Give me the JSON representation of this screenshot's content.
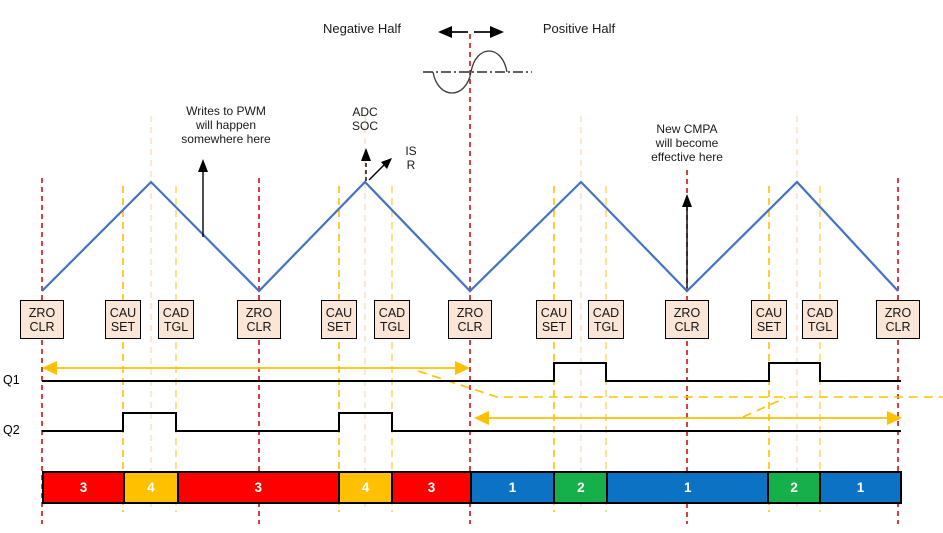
{
  "header": {
    "negative_half": "Negative Half",
    "positive_half": "Positive Half"
  },
  "annotations": {
    "writes_to_pwm": "Writes to PWM\nwill happen\nsomewhere here",
    "adc_soc": "ADC\nSOC",
    "isr": "IS\nR",
    "new_cmpa": "New CMPA\nwill become\neffective here"
  },
  "signals": {
    "q1": "Q1",
    "q2": "Q2"
  },
  "events": {
    "boxes": [
      "ZRO\nCLR",
      "CAU\nSET",
      "CAD\nTGL",
      "ZRO\nCLR",
      "CAU\nSET",
      "CAD\nTGL",
      "ZRO\nCLR",
      "CAU\nSET",
      "CAD\nTGL",
      "ZRO\nCLR",
      "CAU\nSET",
      "CAD\nTGL",
      "ZRO\nCLR"
    ]
  },
  "bar": {
    "labels": [
      "3",
      "4",
      "3",
      "4",
      "3",
      "1",
      "2",
      "1",
      "2",
      "1"
    ]
  },
  "colors": {
    "carrier_wave_blue": "#4472C4",
    "zero_marker_red": "#CC0000",
    "compare_up_gold": "#FFC000",
    "compare_down_light_gold": "#FFD966",
    "event_box_fill": "#FBE5D6",
    "state3_red": "#FF0000",
    "state4_yellow": "#FFC000",
    "state1_blue": "#0B72C4",
    "state2_green": "#16B04B"
  }
}
